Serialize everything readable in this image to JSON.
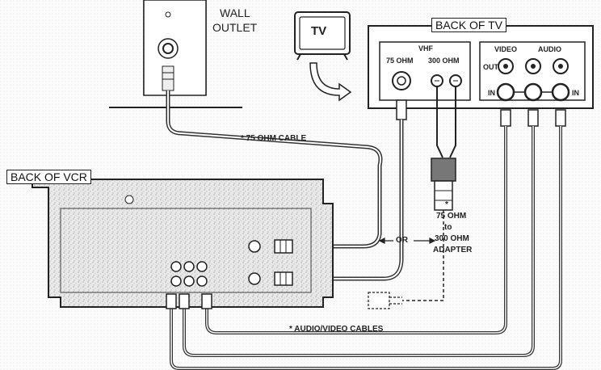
{
  "labels": {
    "wall_outlet_line1": "WALL",
    "wall_outlet_line2": "OUTLET",
    "tv_screen": "TV",
    "back_of_tv": "BACK OF TV",
    "vhf": "VHF",
    "ohm75": "75 OHM",
    "ohm300": "300 OHM",
    "video": "VIDEO",
    "audio": "AUDIO",
    "out": "OUT",
    "in_left": "IN",
    "in_right": "IN",
    "cable_note": "* 75 OHM CABLE",
    "back_of_vcr": "BACK OF VCR",
    "or": "OR",
    "adapter_star": "*",
    "adapter_line1": "75 OHM",
    "adapter_line2": "to",
    "adapter_line3": "300 OHM",
    "adapter_line4": "ADAPTER",
    "av_cables": "* AUDIO/VIDEO CABLES"
  }
}
